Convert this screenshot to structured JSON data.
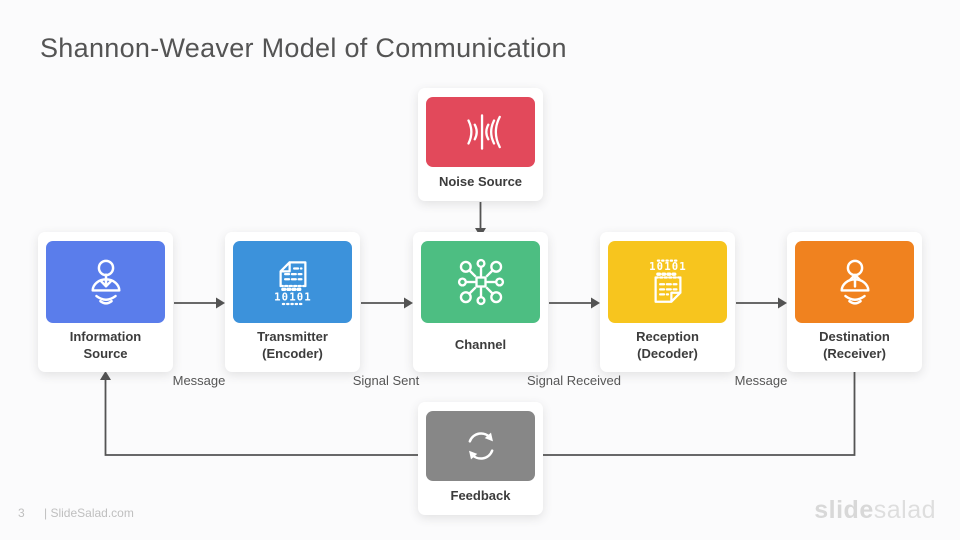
{
  "slide": {
    "title": "Shannon-Weaver Model of Communication",
    "page_number": "3",
    "footer_link": "| SlideSalad.com",
    "watermark": {
      "bold": "slide",
      "light": "salad"
    }
  },
  "colors": {
    "background": "#FBFBFC",
    "connector": "#545454",
    "title_text": "#545454",
    "node_label_text": "#3C3C3C",
    "footer_text": "#BFBFBF",
    "watermark_text": "#DCDCDC"
  },
  "diagram": {
    "nodes": [
      {
        "id": "noise-source",
        "label": "Noise Source",
        "color": "#E2495B",
        "icon": "noise-interference-icon"
      },
      {
        "id": "information-source",
        "label": "Information Source",
        "color": "#5A7DEB",
        "icon": "person-sending-icon"
      },
      {
        "id": "transmitter",
        "label": "Transmitter (Encoder)",
        "color": "#3C92DB",
        "icon": "document-encode-icon"
      },
      {
        "id": "channel",
        "label": "Channel",
        "color": "#4DBE82",
        "icon": "network-hub-icon"
      },
      {
        "id": "reception",
        "label": "Reception (Decoder)",
        "color": "#F7C51E",
        "icon": "document-decode-icon"
      },
      {
        "id": "destination",
        "label": "Destination (Receiver)",
        "color": "#F0821F",
        "icon": "person-receiving-icon"
      },
      {
        "id": "feedback",
        "label": "Feedback",
        "color": "#878787",
        "icon": "sync-arrows-icon"
      }
    ],
    "flow_labels": [
      "Message",
      "Signal Sent",
      "Signal Received",
      "Message"
    ]
  }
}
